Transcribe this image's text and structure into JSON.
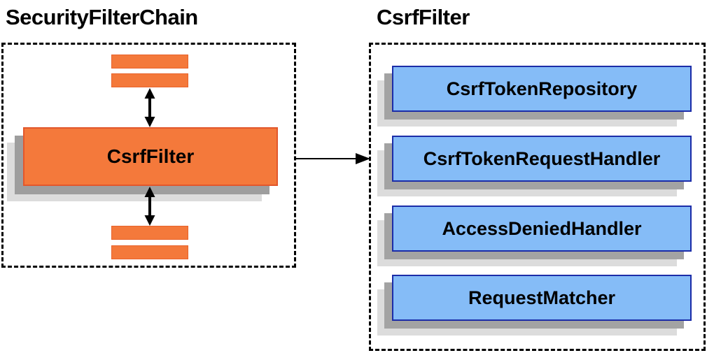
{
  "diagram": {
    "left_panel": {
      "title": "SecurityFilterChain",
      "filter_label": "CsrfFilter"
    },
    "right_panel": {
      "title": "CsrfFilter",
      "items": [
        {
          "label": "CsrfTokenRepository"
        },
        {
          "label": "CsrfTokenRequestHandler"
        },
        {
          "label": "AccessDeniedHandler"
        },
        {
          "label": "RequestMatcher"
        }
      ]
    },
    "colors": {
      "orange_fill": "#f4793b",
      "orange_border": "#e2572b",
      "blue_fill": "#85bcf7",
      "blue_border": "#1b2ca8",
      "shadow_dark": "#a0a0a0",
      "shadow_light": "#dcdcdc",
      "arrow": "#000000",
      "dashed_border": "#000000"
    }
  }
}
